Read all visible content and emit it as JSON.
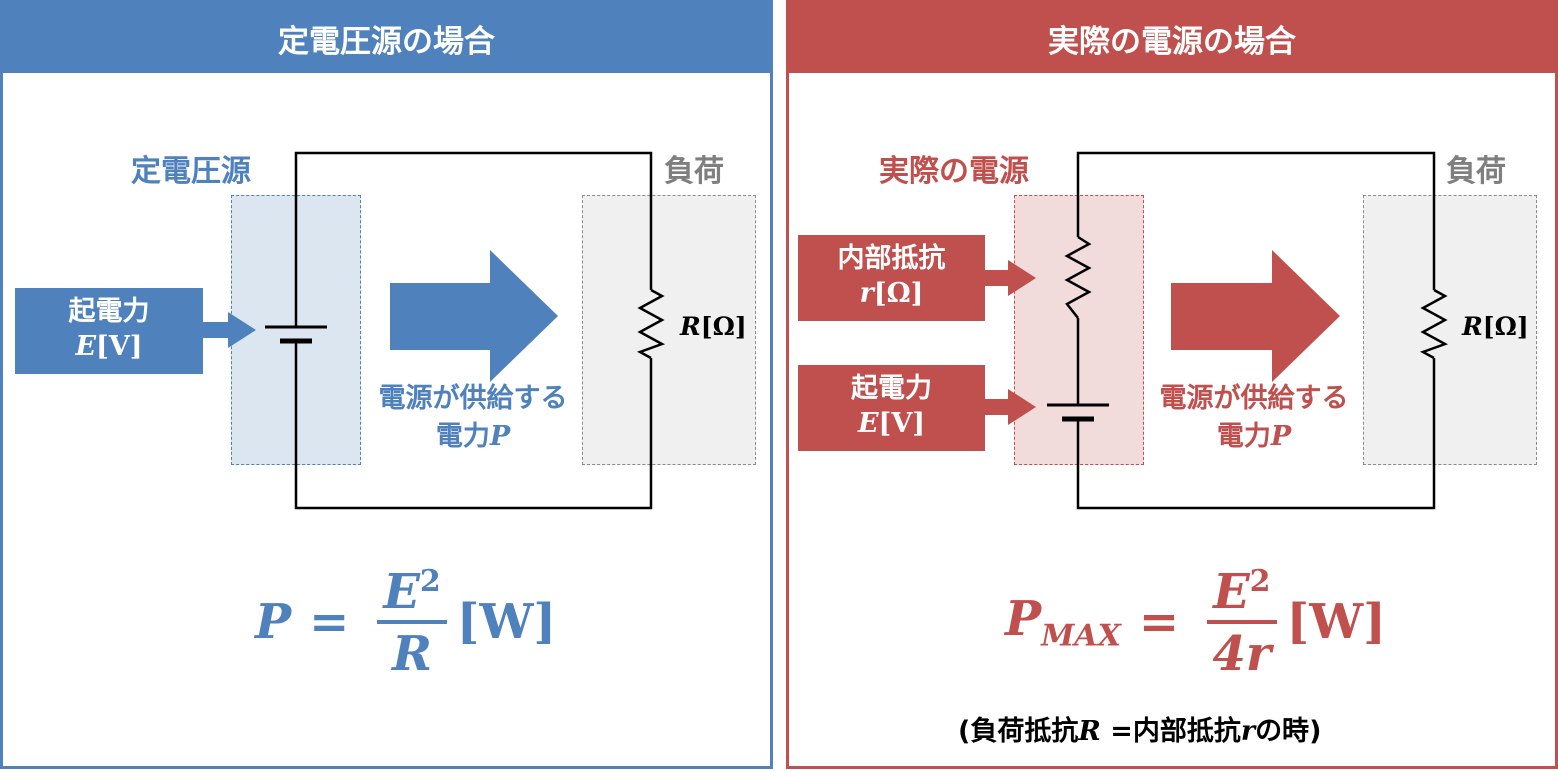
{
  "left_panel": {
    "title": "定電圧源の場合",
    "source_label": "定電圧源",
    "load_label": "負荷",
    "emf_box": {
      "line1": "起電力",
      "line2_var": "E",
      "line2_unit": "[V]"
    },
    "resistor": {
      "var": "R",
      "unit": "[Ω]"
    },
    "supply_caption": {
      "line1": "電源が供給する",
      "line2_text": "電力",
      "line2_var": "P"
    },
    "formula": {
      "lhs": "P",
      "eq": "=",
      "num": "E",
      "num_sup": "2",
      "den": "R",
      "unit": "[W]"
    },
    "color": "#4f81bd"
  },
  "right_panel": {
    "title": "実際の電源の場合",
    "source_label": "実際の電源",
    "load_label": "負荷",
    "internal_box": {
      "line1": "内部抵抗",
      "line2_var": "r",
      "line2_unit": "[Ω]"
    },
    "emf_box": {
      "line1": "起電力",
      "line2_var": "E",
      "line2_unit": "[V]"
    },
    "resistor": {
      "var": "R",
      "unit": "[Ω]"
    },
    "supply_caption": {
      "line1": "電源が供給する",
      "line2_text": "電力",
      "line2_var": "P"
    },
    "formula": {
      "lhs": "P",
      "lhs_sub": "MAX",
      "eq": "=",
      "num": "E",
      "num_sup": "2",
      "den": "4r",
      "unit": "[W]"
    },
    "condition": {
      "open": "(",
      "t1": "負荷抵抗",
      "v1": "R",
      "mid": " =内部抵抗",
      "v2": "r",
      "t2": "の時",
      "close": ")"
    },
    "color": "#c0504d"
  }
}
